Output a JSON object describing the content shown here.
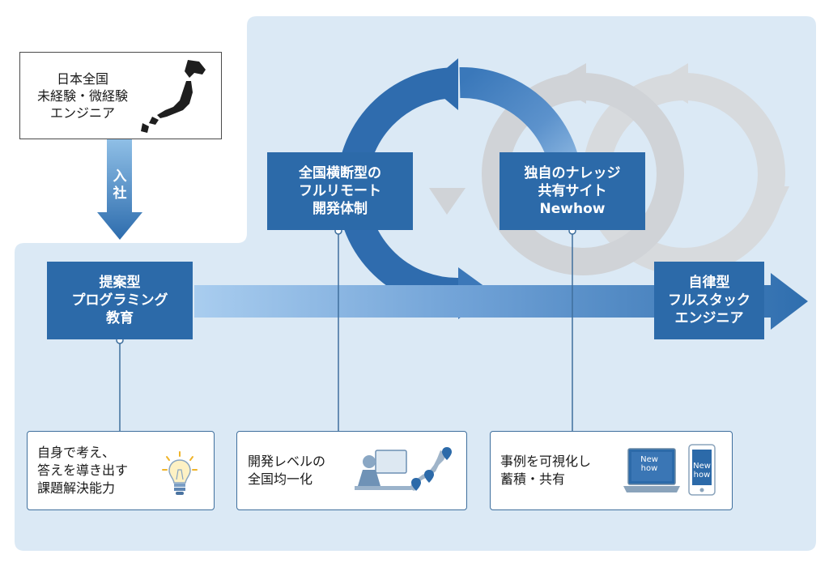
{
  "source_box": {
    "lines": [
      "日本全国",
      "未経験・微経験",
      "エンジニア"
    ],
    "icon": "japan-map-icon"
  },
  "entry_arrow": {
    "lines": [
      "入",
      "社"
    ]
  },
  "stages": [
    {
      "id": "education",
      "lines": [
        "提案型",
        "プログラミング",
        "教育"
      ]
    },
    {
      "id": "remote",
      "lines": [
        "全国横断型の",
        "フルリモート",
        "開発体制"
      ]
    },
    {
      "id": "knowledge",
      "lines": [
        "独自のナレッジ",
        "共有サイト",
        "Newhow"
      ]
    },
    {
      "id": "result",
      "lines": [
        "自律型",
        "フルスタック",
        "エンジニア"
      ]
    }
  ],
  "cards": [
    {
      "id": "problem-solving",
      "lines": [
        "自身で考え、",
        "答えを導き出す",
        "課題解決能力"
      ],
      "icon": "lightbulb-icon"
    },
    {
      "id": "dev-level",
      "lines": [
        "開発レベルの",
        "全国均一化"
      ],
      "icon": "remote-worker-with-japan-map-icon"
    },
    {
      "id": "case-sharing",
      "lines": [
        "事例を可視化し",
        "蓄積・共有"
      ],
      "icon": "laptop-and-phone-icon"
    }
  ],
  "device_labels": {
    "laptop": [
      "New",
      "how"
    ],
    "phone": [
      "New",
      "how"
    ]
  },
  "colors": {
    "panel": "#dbe9f5",
    "dark_blue": "#2c6aa9",
    "arrow_blue": "#3b78b8",
    "light_blue": "#b5d4ee",
    "gray_cycle": "#d4d7db"
  }
}
